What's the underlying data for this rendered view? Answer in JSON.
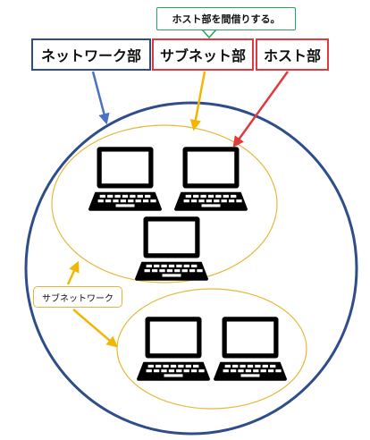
{
  "labels": {
    "network_part": "ネットワーク部",
    "subnet_part": "サブネット部",
    "host_part": "ホスト部",
    "callout": "ホスト部を間借りする。",
    "subnetwork": "サブネットワーク"
  },
  "colors": {
    "network_blue": "#2f4d8a",
    "arrow_blue": "#4a72c4",
    "red": "#e0393e",
    "green": "#27a35a",
    "yellow": "#f2b705",
    "subnet_outline": "#e6b93a",
    "laptop": "#000000"
  },
  "icons": [
    "laptop-icon"
  ]
}
